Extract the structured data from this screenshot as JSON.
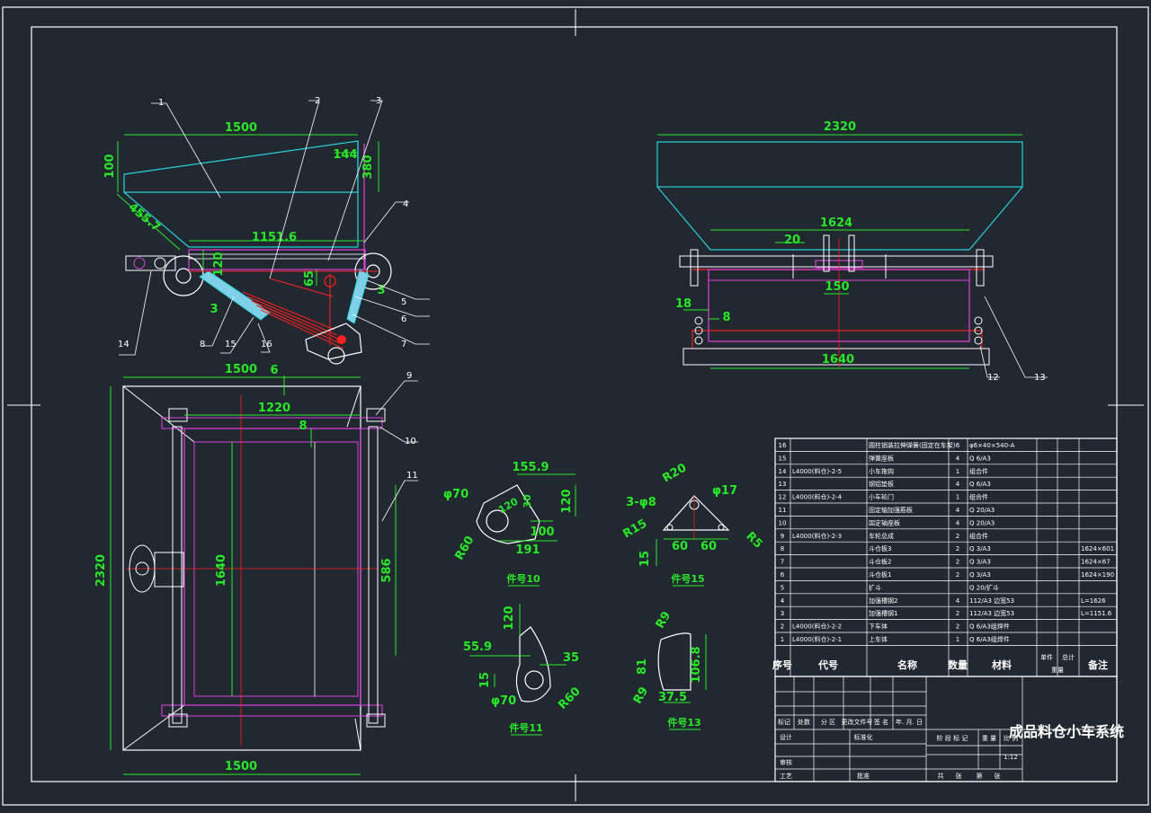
{
  "drawing": {
    "title": "成品料仓小车系统",
    "scale": "1:12",
    "colors": {
      "background": "#212830",
      "outline": "#ffffff",
      "dimension": "#28e828",
      "hopper": "#28d0d8",
      "frame": "#e040e0",
      "centerline": "#ff2020"
    }
  },
  "views": {
    "side": {
      "dims": [
        "1500",
        "100",
        "144",
        "380",
        "455.7",
        "1151.6",
        "120",
        "65",
        "3",
        "3"
      ],
      "callouts": [
        "1",
        "2",
        "3",
        "4",
        "5",
        "6",
        "7",
        "8",
        "14",
        "15",
        "16"
      ]
    },
    "front": {
      "dims": [
        "2320",
        "1624",
        "20",
        "150",
        "18",
        "8",
        "1640"
      ],
      "callouts": [
        "12",
        "13"
      ]
    },
    "plan": {
      "dims": [
        "1500",
        "6",
        "1220",
        "8",
        "2320",
        "1640",
        "586",
        "1500"
      ],
      "callouts": [
        "9",
        "10",
        "11"
      ]
    }
  },
  "details": {
    "p10": {
      "label": "件号10",
      "dims": [
        "155.9",
        "φ70",
        "120",
        "30",
        "120",
        "100",
        "R60",
        "191"
      ]
    },
    "p15": {
      "label": "件号15",
      "dims": [
        "R20",
        "φ17",
        "3-φ8",
        "R15",
        "15",
        "60",
        "60",
        "R5"
      ]
    },
    "p11": {
      "label": "件号11",
      "dims": [
        "120",
        "55.9",
        "35",
        "15",
        "φ70",
        "R60"
      ]
    },
    "p13": {
      "label": "件号13",
      "dims": [
        "R9",
        "81",
        "106.8",
        "R9",
        "37.5"
      ]
    }
  },
  "bom": {
    "headers": [
      "序号",
      "代号",
      "名称",
      "数量",
      "材料",
      "单件",
      "总计",
      "备注"
    ],
    "header_weight": "重量",
    "rows": [
      [
        "16",
        "",
        "圆柱销装拉伸弹簧(固定在车架)",
        "6",
        "φ6×40×540-A",
        "",
        "",
        ""
      ],
      [
        "15",
        "",
        "弹簧座板",
        "4",
        "Q 6/A3",
        "",
        "",
        ""
      ],
      [
        "14",
        "L4000(料仓)-2-5",
        "小车拖钩",
        "1",
        "组合件",
        "",
        "",
        ""
      ],
      [
        "13",
        "",
        "钢铝垫板",
        "4",
        "Q 6/A3",
        "",
        "",
        ""
      ],
      [
        "12",
        "L4000(料仓)-2-4",
        "小车轮门",
        "1",
        "组合件",
        "",
        "",
        ""
      ],
      [
        "11",
        "",
        "固定轴加强筋板",
        "4",
        "Q 20/A3",
        "",
        "",
        ""
      ],
      [
        "10",
        "",
        "固定轴座板",
        "4",
        "Q 20/A3",
        "",
        "",
        ""
      ],
      [
        "9",
        "L4000(料仓)-2-3",
        "车轮总成",
        "2",
        "组合件",
        "",
        "",
        ""
      ],
      [
        "8",
        "",
        "斗仓板3",
        "2",
        "Q 3/A3",
        "",
        "",
        "1624×601"
      ],
      [
        "7",
        "",
        "斗仓板2",
        "2",
        "Q 3/A3",
        "",
        "",
        "1624×67"
      ],
      [
        "6",
        "",
        "斗仓板1",
        "2",
        "Q 3/A3",
        "",
        "",
        "1624×190"
      ],
      [
        "5",
        "",
        "扩斗",
        "",
        "Q 20/扩斗",
        "",
        "",
        ""
      ],
      [
        "4",
        "",
        "加强槽钢2",
        "4",
        "112/A3 边宽53",
        "",
        "",
        "L=1626"
      ],
      [
        "3",
        "",
        "加强槽钢1",
        "2",
        "112/A3 边宽53",
        "",
        "",
        "L=1151.6"
      ],
      [
        "2",
        "L4000(料仓)-2-2",
        "下车体",
        "2",
        "Q 6/A3组焊件",
        "",
        "",
        ""
      ],
      [
        "1",
        "L4000(料仓)-2-1",
        "上车体",
        "1",
        "Q 6/A3组焊件",
        "",
        "",
        ""
      ]
    ]
  },
  "title_block": {
    "row_a": [
      "标记",
      "处数",
      "分 区",
      "更改文件号",
      "签 名",
      "年. 月. 日"
    ],
    "designer": "设计",
    "standard": "标准化",
    "review": "审核",
    "process": "工艺",
    "approve": "批准",
    "stage_marks": [
      "阶 段 标 记",
      "重 量",
      "比 例"
    ],
    "sheets": [
      "共",
      "张",
      "第",
      "张"
    ]
  }
}
